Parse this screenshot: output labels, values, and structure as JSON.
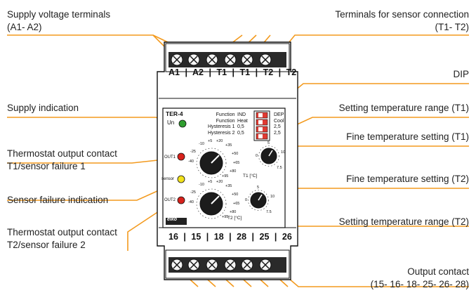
{
  "labels": {
    "supply_terminals": [
      "Supply voltage terminals",
      "(A1- A2)"
    ],
    "sensor_terminals": [
      "Terminals for sensor connection",
      "(T1- T2)"
    ],
    "dip": "DIP",
    "supply_indication": "Supply indication",
    "setting_range_t1": "Setting temperature range (T1)",
    "output_contact_1": [
      "Thermostat output contact",
      "T1/sensor failure 1"
    ],
    "fine_setting_t1": "Fine temperature setting (T1)",
    "sensor_failure": "Sensor failure indication",
    "fine_setting_t2": "Fine temperature setting (T2)",
    "output_contact_2": [
      "Thermostat output contact",
      "T2/sensor failure 2"
    ],
    "setting_range_t2": "Setting temperature range (T2)",
    "output_contact": [
      "Output contact",
      "(15- 16- 18- 25- 26- 28)"
    ]
  },
  "device": {
    "model": "TER-4",
    "supply_symbol": "Un",
    "top_terminals": [
      "A1",
      "A2",
      "T1",
      "T1",
      "T2",
      "T2"
    ],
    "bottom_terminals": [
      "16",
      "15",
      "18",
      "28",
      "25",
      "26"
    ],
    "function_rows": [
      {
        "name": "Function",
        "left": "IND",
        "right": "DEP"
      },
      {
        "name": "Function",
        "left": "Heat",
        "right": "Cool"
      },
      {
        "name": "Hysteresis 1",
        "left": "0,5",
        "right": "2,5"
      },
      {
        "name": "Hysteresis 2",
        "left": "0,5",
        "right": "2,5"
      }
    ],
    "led_out1": "OUT1",
    "led_sensor": "sensor",
    "led_out2": "OUT2",
    "dial_scale": [
      "-10",
      "+5",
      "+20",
      "+35",
      "-25",
      "+50",
      "-40",
      "+65",
      "+80",
      "+95"
    ],
    "fine_scale": [
      "5",
      "0",
      "10",
      "7.5"
    ],
    "t1_label": "T1 [°C]",
    "t2_label": "T2 [°C]",
    "brand": "elko",
    "colors": {
      "accent": "#f39a1e",
      "led_green": "#2f9e2f",
      "led_red": "#d8221c",
      "led_yellow": "#f2e21b",
      "dip_red": "#e03a32"
    }
  }
}
